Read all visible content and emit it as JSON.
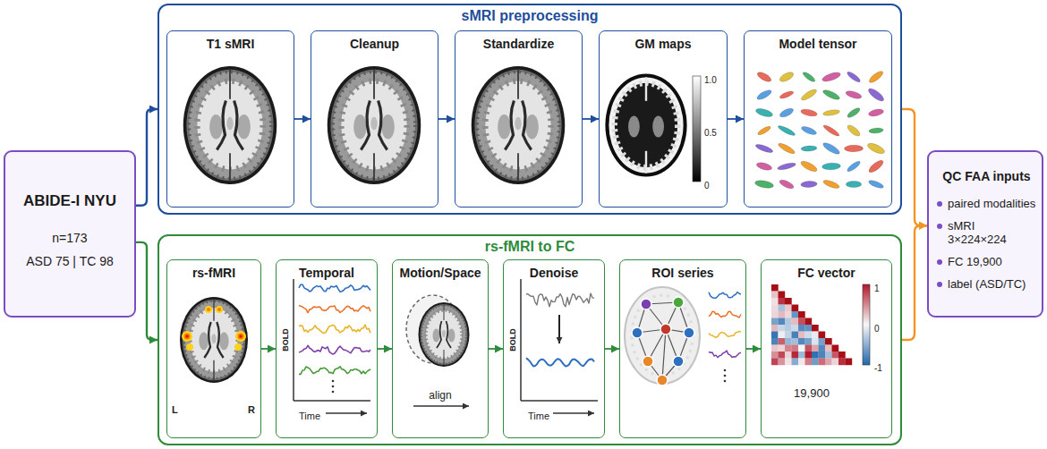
{
  "diagram": {
    "nodes": [
      {
        "text": [
          "ABIDE-I NYU",
          "n=173",
          "ASD 75 | TC 98"
        ]
      },
      {
        "text": [
          "sMRI preprocessing"
        ]
      },
      {
        "text": [
          "T1 sMRI"
        ],
        "in": 1
      },
      {
        "text": [
          "Cleanup"
        ],
        "in": 1
      },
      {
        "text": [
          "Standardize"
        ],
        "in": 1
      },
      {
        "text": [
          "GM maps"
        ],
        "in": 1
      },
      {
        "text": [
          "Model tensor"
        ],
        "in": 1
      },
      {
        "text": [
          "rs-fMRI to FC"
        ]
      },
      {
        "text": [
          "rs-fMRI"
        ],
        "in": 7
      },
      {
        "text": [
          "Temporal"
        ],
        "in": 7
      },
      {
        "text": [
          "Motion/Space"
        ],
        "in": 7
      },
      {
        "text": [
          "Denoise"
        ],
        "in": 7
      },
      {
        "text": [
          "ROI series"
        ],
        "in": 7
      },
      {
        "text": [
          "FC vector"
        ],
        "in": 7
      },
      {
        "text": [
          "QC FAA inputs",
          "paired modalities",
          "sMRI 3×224×224",
          "FC 19,900",
          "label (ASD/TC)"
        ]
      }
    ],
    "edges": [
      {
        "from": 0,
        "to": 1,
        "arrow": "to"
      },
      {
        "from": 0,
        "to": 7,
        "arrow": "to"
      },
      {
        "from": 2,
        "to": 3,
        "arrow": "to"
      },
      {
        "from": 3,
        "to": 4,
        "arrow": "to"
      },
      {
        "from": 4,
        "to": 5,
        "arrow": "to"
      },
      {
        "from": 5,
        "to": 6,
        "arrow": "to"
      },
      {
        "from": 8,
        "to": 9,
        "arrow": "to"
      },
      {
        "from": 9,
        "to": 10,
        "arrow": "to"
      },
      {
        "from": 10,
        "to": 11,
        "arrow": "to"
      },
      {
        "from": 11,
        "to": 12,
        "arrow": "to"
      },
      {
        "from": 12,
        "to": 13,
        "arrow": "to"
      },
      {
        "from": 1,
        "to": 14,
        "arrow": "to"
      },
      {
        "from": 7,
        "to": 14,
        "arrow": "to"
      }
    ],
    "labels": [
      "1.0",
      "0.5",
      "0",
      "L",
      "R",
      "BOLD",
      "Time",
      "align",
      "BOLD",
      "Time",
      "1",
      "0",
      "-1",
      "19,900"
    ]
  }
}
